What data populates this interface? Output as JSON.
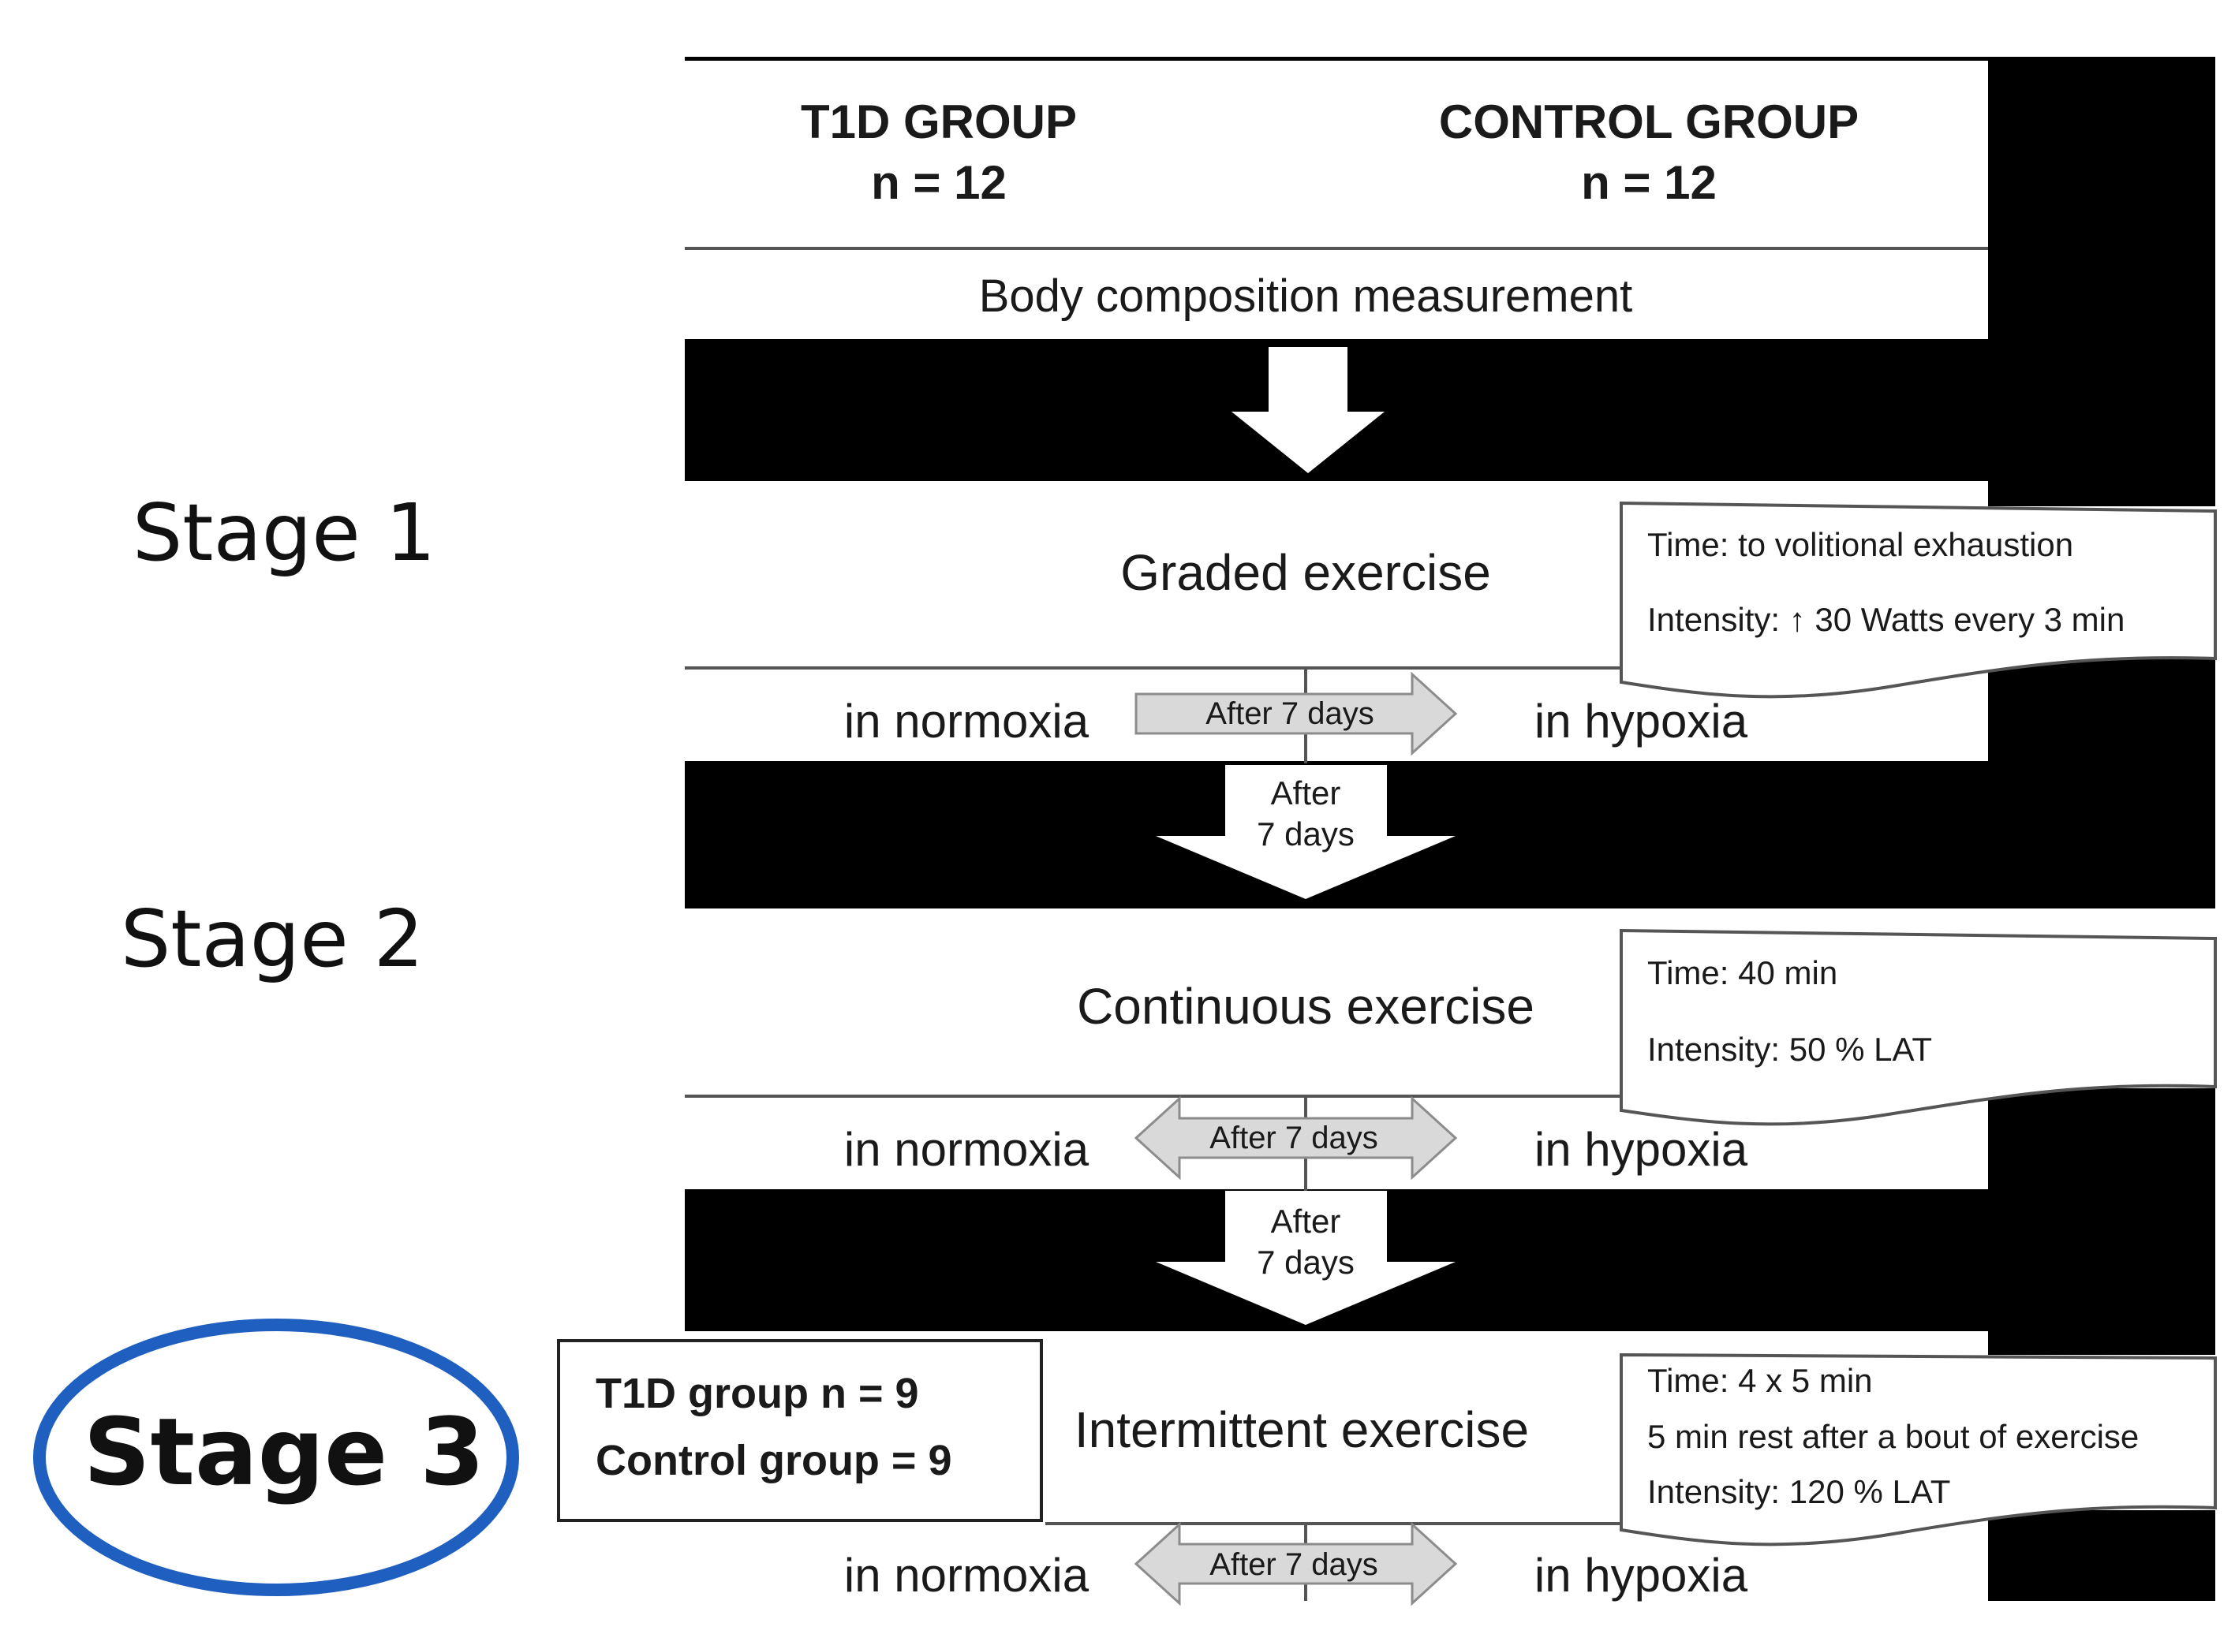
{
  "groups": {
    "t1d": {
      "title": "T1D GROUP",
      "n": "n = 12"
    },
    "control": {
      "title": "CONTROL GROUP",
      "n": "n = 12"
    }
  },
  "body_composition": "Body composition measurement",
  "stages": {
    "stage1": {
      "label": "Stage 1",
      "exercise": "Graded exercise",
      "details": [
        "Time: to volitional exhaustion",
        "Intensity: ↑ 30 Watts every 3 min"
      ],
      "normoxia": "in normoxia",
      "hypoxia": "in hypoxia",
      "interval": "After 7 days"
    },
    "stage2": {
      "label": "Stage 2",
      "exercise": "Continuous exercise",
      "details": [
        "Time: 40 min",
        "Intensity: 50 % LAT"
      ],
      "normoxia": "in normoxia",
      "hypoxia": "in hypoxia",
      "interval": "After 7 days"
    },
    "stage3": {
      "label": "Stage 3",
      "exercise": "Intermittent exercise",
      "details": [
        "Time: 4 x 5 min",
        "5 min rest after a bout of exercise",
        "Intensity: 120 % LAT"
      ],
      "normoxia": "in normoxia",
      "hypoxia": "in hypoxia",
      "interval": "After 7 days",
      "subgroups": [
        "T1D group n = 9",
        "Control group = 9"
      ]
    }
  },
  "transitions": {
    "to_stage2": [
      "After",
      "7 days"
    ],
    "to_stage3": [
      "After",
      "7 days"
    ]
  },
  "colors": {
    "band": "#000000",
    "arrow_fill": "#d9d9d9",
    "arrow_stroke": "#8c8c8c",
    "stage3_ring": "#1f5fbf"
  }
}
